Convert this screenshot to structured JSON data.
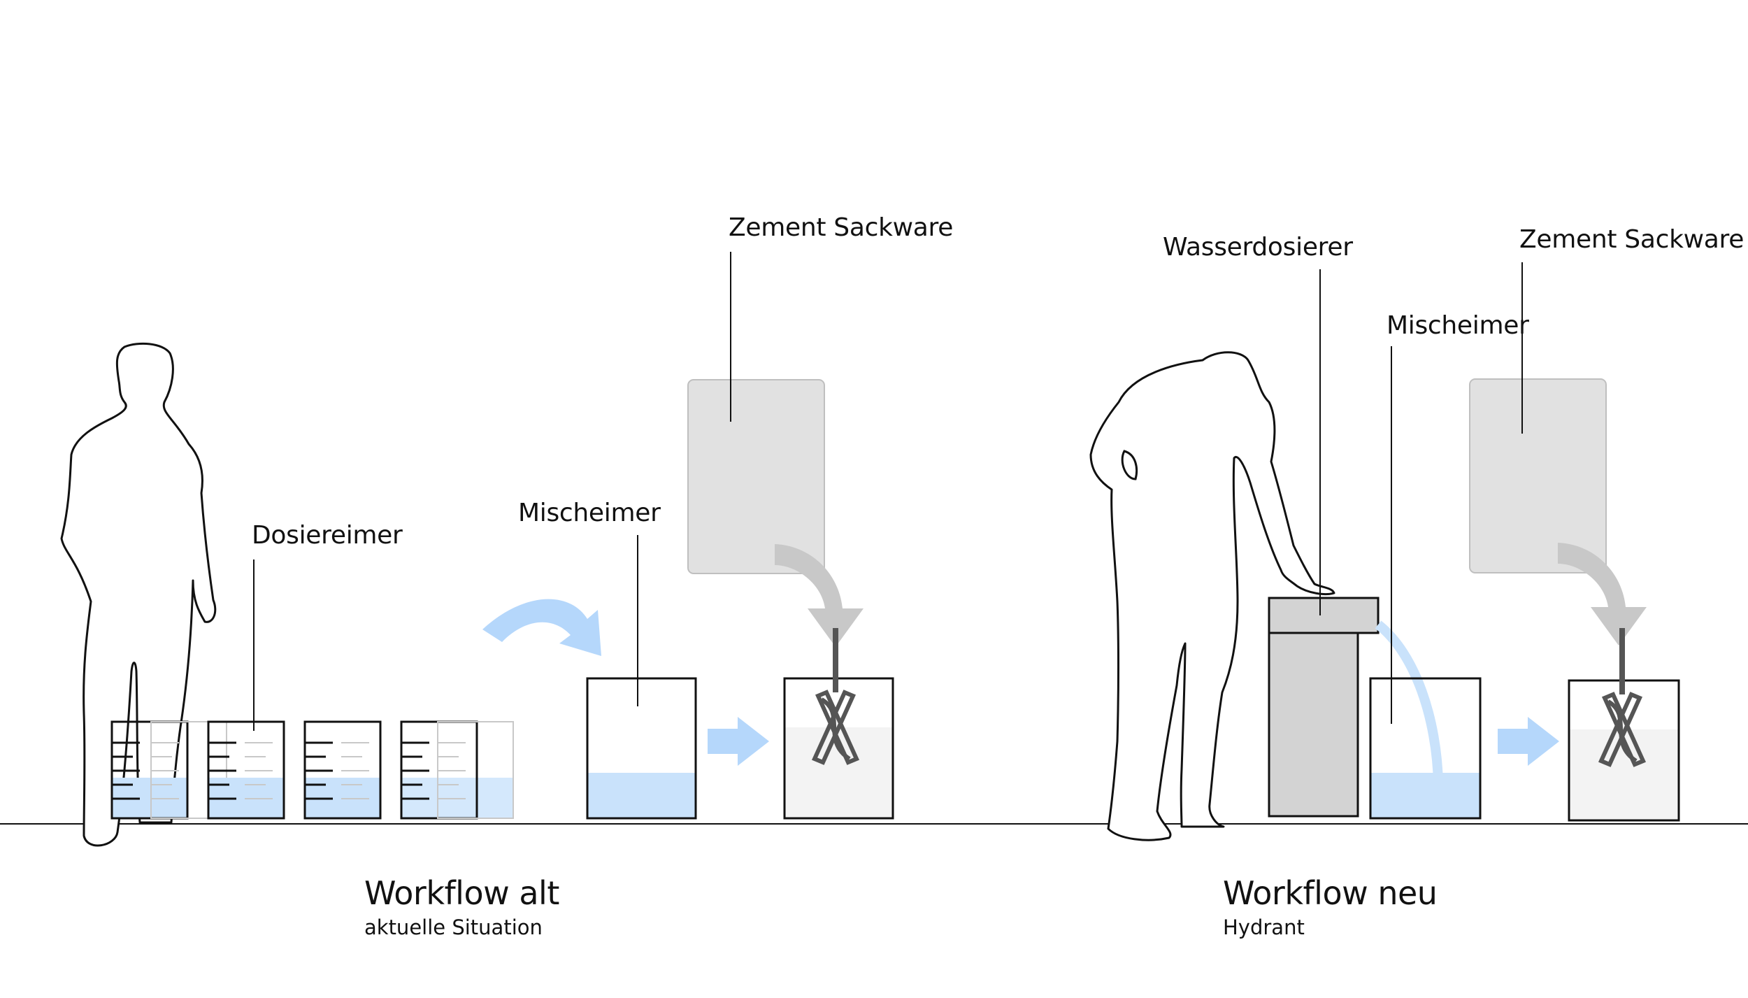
{
  "labels": {
    "dosiereimer": "Dosiereimer",
    "mischeimer_alt": "Mischeimer",
    "zement_alt": "Zement Sackware",
    "wasserdosierer": "Wasserdosierer",
    "mischeimer_neu": "Mischeimer",
    "zement_neu": "Zement Sackware"
  },
  "workflow_alt": {
    "title": "Workflow alt",
    "subtitle": "aktuelle Situation"
  },
  "workflow_neu": {
    "title": "Workflow neu",
    "subtitle": "Hydrant"
  },
  "colors": {
    "water": "#c9e2fb",
    "arrow": "#b5d7fb",
    "cement": "#e1e1e1",
    "cement_arrow": "#c8c8c8",
    "dispenser": "#d3d3d3",
    "outline": "#111111"
  },
  "icons": [
    "person-silhouette",
    "person-bending-silhouette",
    "drill-mixer-icon",
    "curved-arrow",
    "right-arrow"
  ]
}
